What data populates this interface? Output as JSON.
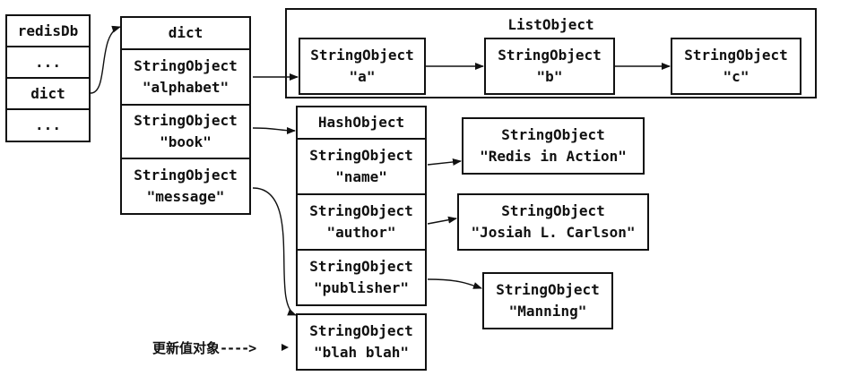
{
  "redisDb": {
    "title": "redisDb",
    "rows": [
      "...",
      "dict",
      "..."
    ]
  },
  "dict": {
    "title": "dict",
    "keys": [
      {
        "type": "StringObject",
        "value": "\"alphabet\""
      },
      {
        "type": "StringObject",
        "value": "\"book\""
      },
      {
        "type": "StringObject",
        "value": "\"message\""
      }
    ]
  },
  "list_object": {
    "title": "ListObject",
    "items": [
      {
        "type": "StringObject",
        "value": "\"a\""
      },
      {
        "type": "StringObject",
        "value": "\"b\""
      },
      {
        "type": "StringObject",
        "value": "\"c\""
      }
    ]
  },
  "hash_object": {
    "title": "HashObject",
    "fields": [
      {
        "type": "StringObject",
        "value": "\"name\""
      },
      {
        "type": "StringObject",
        "value": "\"author\""
      },
      {
        "type": "StringObject",
        "value": "\"publisher\""
      }
    ],
    "values": [
      {
        "type": "StringObject",
        "value": "\"Redis in Action\""
      },
      {
        "type": "StringObject",
        "value": "\"Josiah L. Carlson\""
      },
      {
        "type": "StringObject",
        "value": "\"Manning\""
      }
    ]
  },
  "message_value": {
    "type": "StringObject",
    "value": "\"blah blah\""
  },
  "annotation": {
    "label": "更新值对象",
    "arrow": "---->"
  }
}
